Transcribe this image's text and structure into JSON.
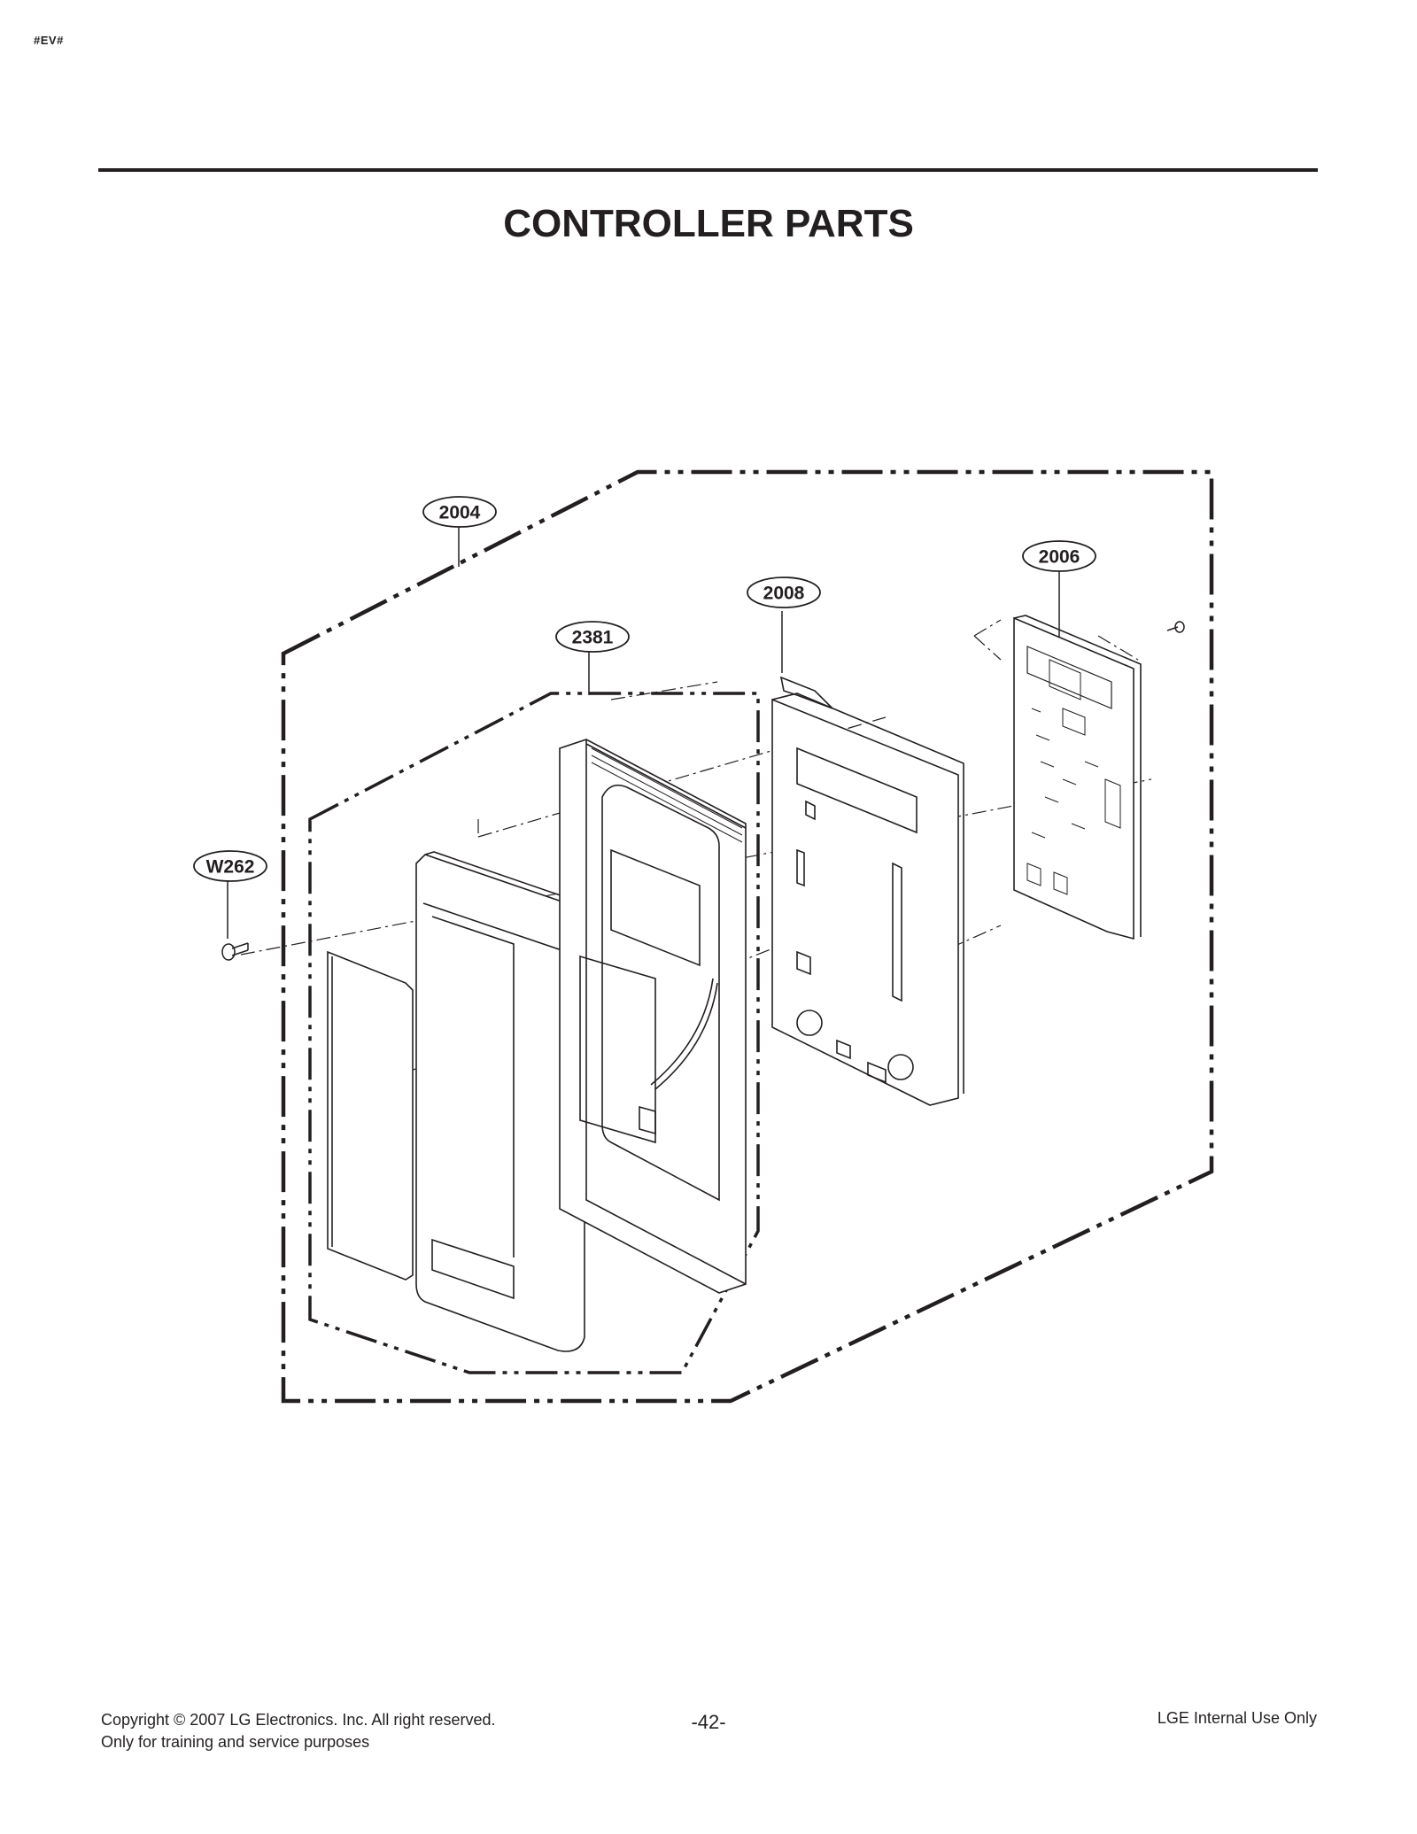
{
  "header": {
    "tag": "#EV#",
    "title": "CONTROLLER PARTS"
  },
  "callouts": {
    "c2004": "2004",
    "c2006": "2006",
    "c2008": "2008",
    "c2381": "2381",
    "cW262": "W262"
  },
  "footer": {
    "copyright": "Copyright © 2007 LG Electronics. Inc. All right reserved.",
    "purpose": "Only for training and service purposes",
    "page": "-42-",
    "internal": "LGE Internal Use Only"
  }
}
